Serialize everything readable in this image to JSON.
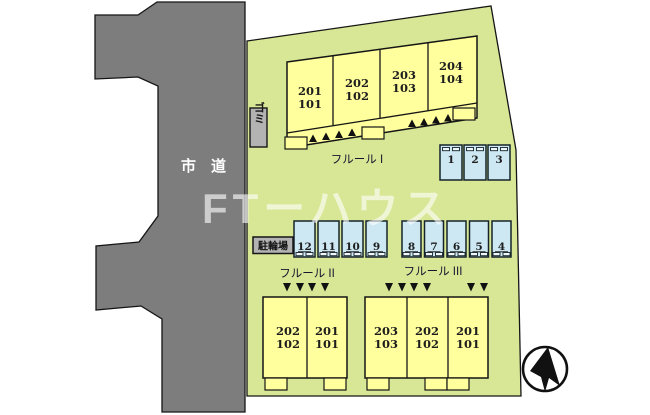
{
  "plan": {
    "road_label": "市　道",
    "garbage_label": "ゴミ",
    "bicycle_parking_label": "駐輪場",
    "watermark": "FTーハウス",
    "buildings": [
      {
        "name": "フルール I",
        "entrance_mark_count": 8,
        "units": [
          {
            "upper": "201",
            "lower": "101"
          },
          {
            "upper": "202",
            "lower": "102"
          },
          {
            "upper": "203",
            "lower": "103"
          },
          {
            "upper": "204",
            "lower": "104"
          }
        ]
      },
      {
        "name": "フルール II",
        "entrance_mark_count": 4,
        "units": [
          {
            "upper": "202",
            "lower": "102"
          },
          {
            "upper": "201",
            "lower": "101"
          }
        ]
      },
      {
        "name": "フルール III",
        "entrance_mark_count": 6,
        "units": [
          {
            "upper": "203",
            "lower": "103"
          },
          {
            "upper": "202",
            "lower": "102"
          },
          {
            "upper": "201",
            "lower": "101"
          }
        ]
      }
    ],
    "parking": {
      "row_top": [
        "1",
        "2",
        "3"
      ],
      "row_middle_left": [
        "12",
        "11",
        "10",
        "9"
      ],
      "row_middle_right": [
        "8",
        "7",
        "6",
        "5",
        "4"
      ]
    },
    "colors": {
      "road": "#7d7d7d",
      "site": "#d8e795",
      "building": "#ffff9d",
      "parking_space": "#cde8f2",
      "label_box": "#b3b3b3",
      "outline": "#151515",
      "road_text": "#ffffff",
      "watermark": "#ffffff"
    }
  }
}
